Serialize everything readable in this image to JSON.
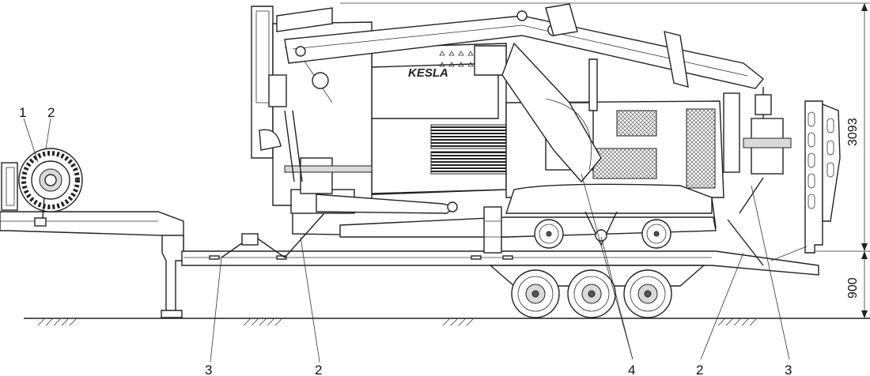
{
  "callouts": {
    "top_left_1": "1",
    "top_left_2": "2",
    "bottom_3a": "3",
    "bottom_2a": "2",
    "bottom_4": "4",
    "bottom_2b": "2",
    "bottom_3b": "3"
  },
  "dimensions": {
    "height_total": "3093",
    "height_deck": "900"
  },
  "brand": "KESLA"
}
